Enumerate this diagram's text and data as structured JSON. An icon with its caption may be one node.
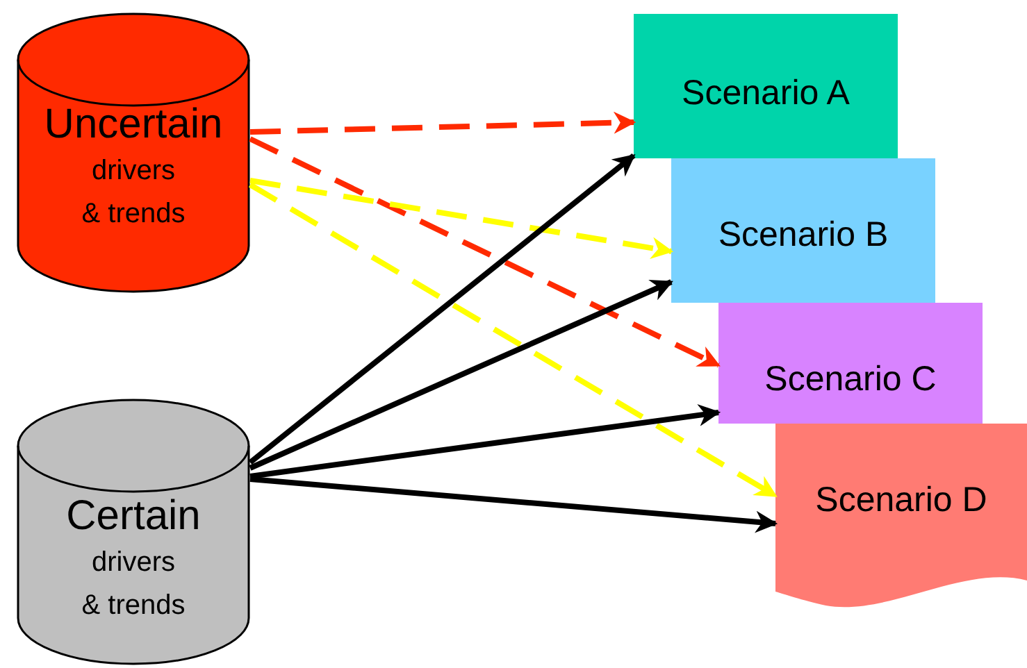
{
  "diagram": {
    "nodes": [
      {
        "text": [
          "Uncertain",
          "drivers & trends"
        ]
      },
      {
        "text": [
          "Certain",
          "drivers & trends"
        ]
      },
      {
        "text": [
          "Scenario A"
        ]
      },
      {
        "text": [
          "Scenario B"
        ]
      },
      {
        "text": [
          "Scenario C"
        ]
      },
      {
        "text": [
          "Scenario D"
        ]
      }
    ],
    "edges": [
      {
        "from": 0,
        "to": 2,
        "arrow": "to",
        "style": "dashed",
        "color": "#ff2a00"
      },
      {
        "from": 0,
        "to": 4,
        "arrow": "to",
        "style": "dashed",
        "color": "#ff2a00"
      },
      {
        "from": 0,
        "to": 3,
        "arrow": "to",
        "style": "dashed",
        "color": "#ffff00"
      },
      {
        "from": 0,
        "to": 5,
        "arrow": "to",
        "style": "dashed",
        "color": "#ffff00"
      },
      {
        "from": 1,
        "to": 2,
        "arrow": "to"
      },
      {
        "from": 1,
        "to": 3,
        "arrow": "to"
      },
      {
        "from": 1,
        "to": 4,
        "arrow": "to"
      },
      {
        "from": 1,
        "to": 5,
        "arrow": "to"
      }
    ]
  }
}
